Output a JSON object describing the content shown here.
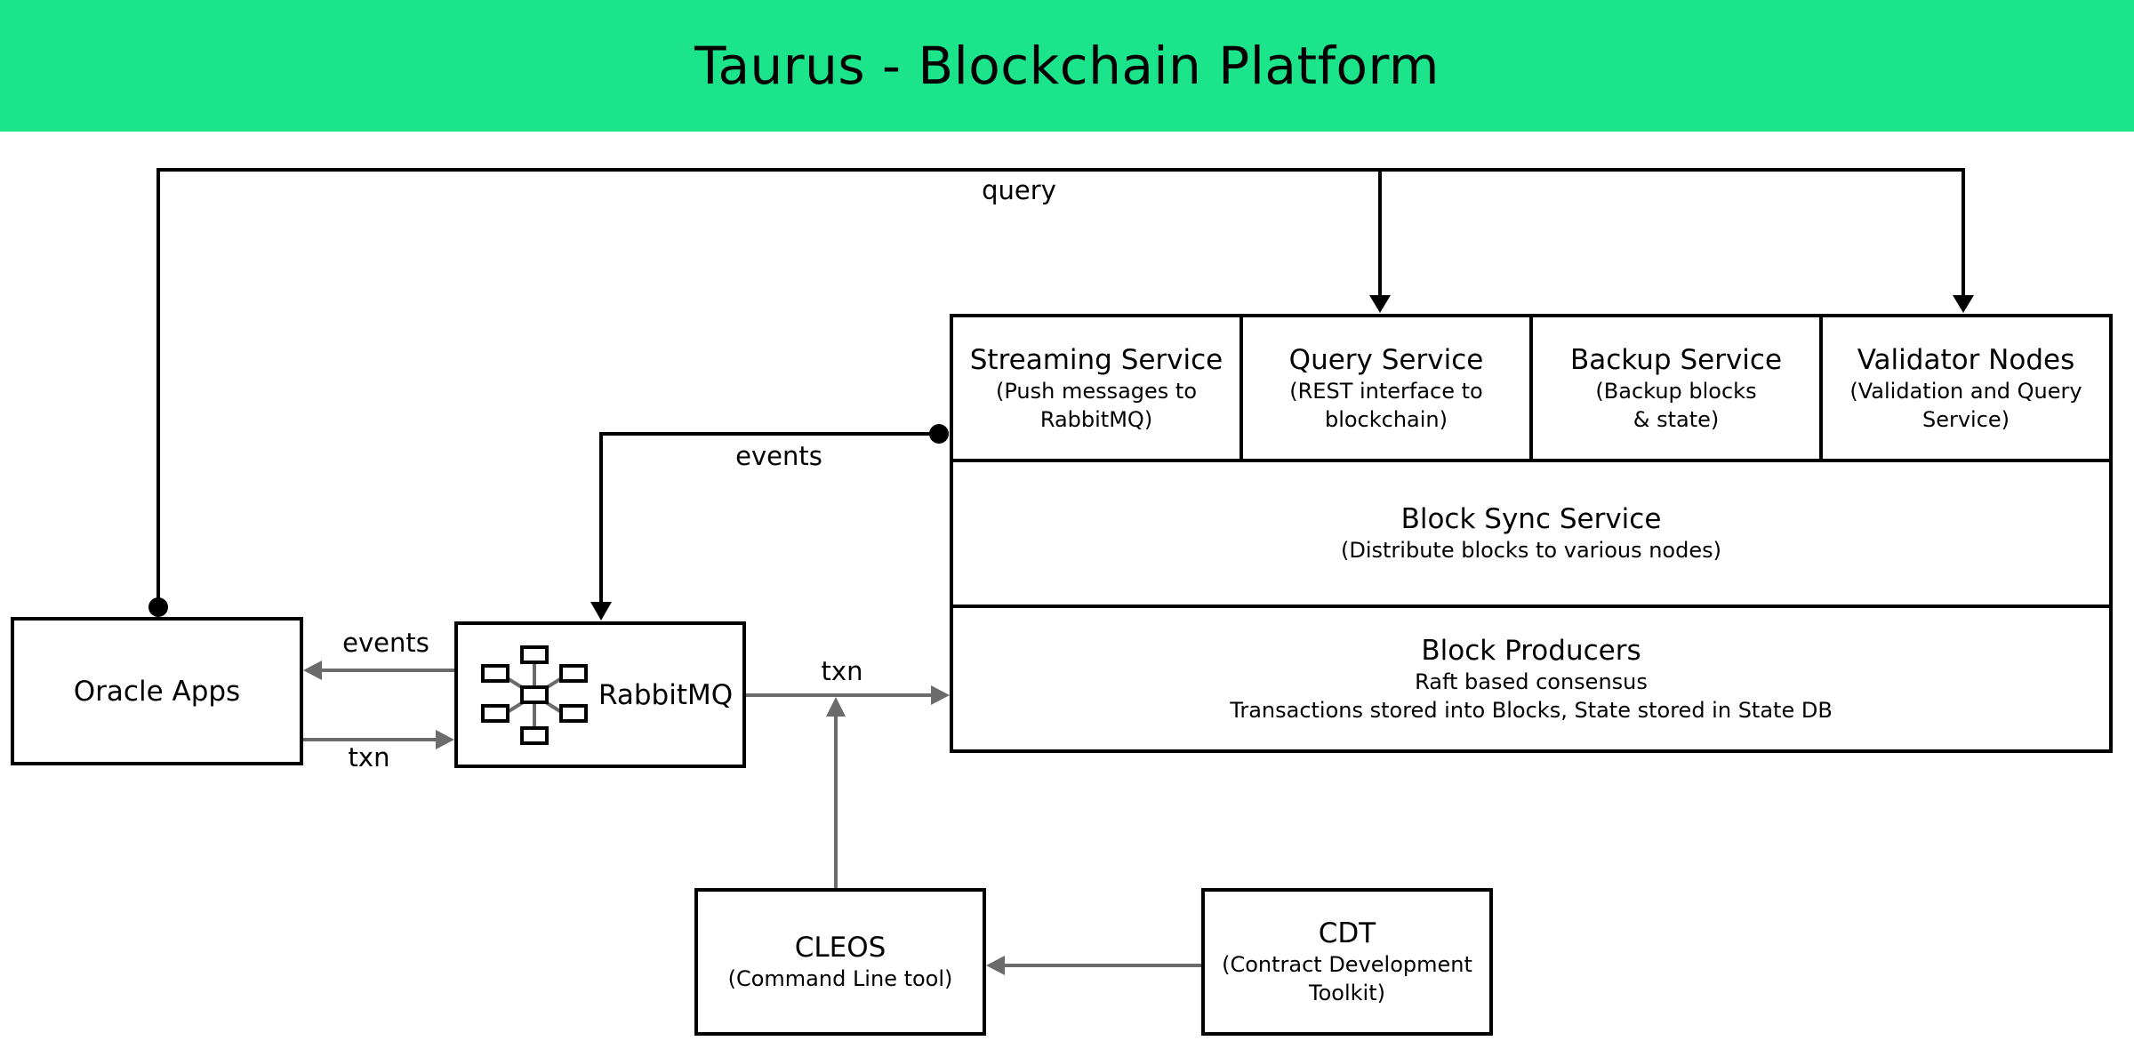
{
  "header": {
    "title": "Taurus - Blockchain Platform",
    "background_color": "#1be48b"
  },
  "services": [
    {
      "title": "Streaming Service",
      "subtitle_lines": [
        "(Push messages to",
        "RabbitMQ)"
      ]
    },
    {
      "title": "Query Service",
      "subtitle_lines": [
        "(REST interface to",
        "blockchain)"
      ]
    },
    {
      "title": "Backup Service",
      "subtitle_lines": [
        "(Backup blocks",
        "& state)"
      ]
    },
    {
      "title": "Validator Nodes",
      "subtitle_lines": [
        "(Validation and Query",
        "Service)"
      ]
    }
  ],
  "block_sync": {
    "title": "Block Sync Service",
    "subtitle": "(Distribute blocks to various nodes)"
  },
  "block_producers": {
    "title": "Block Producers",
    "line1": "Raft based consensus",
    "line2": "Transactions stored into Blocks, State stored in State DB"
  },
  "oracle_apps": {
    "title": "Oracle Apps"
  },
  "rabbitmq": {
    "title": "RabbitMQ",
    "icon": "hub-network-icon"
  },
  "cleos": {
    "title": "CLEOS",
    "subtitle": "(Command Line tool)"
  },
  "cdt": {
    "title": "CDT",
    "subtitle_lines": [
      "(Contract Development",
      "Toolkit)"
    ]
  },
  "edge_labels": {
    "query": "query",
    "events_streaming": "events",
    "events_oracle": "events",
    "txn_oracle": "txn",
    "txn_producers": "txn"
  },
  "colors": {
    "primary_line": "#000000",
    "secondary_line": "#6b6b6b"
  }
}
